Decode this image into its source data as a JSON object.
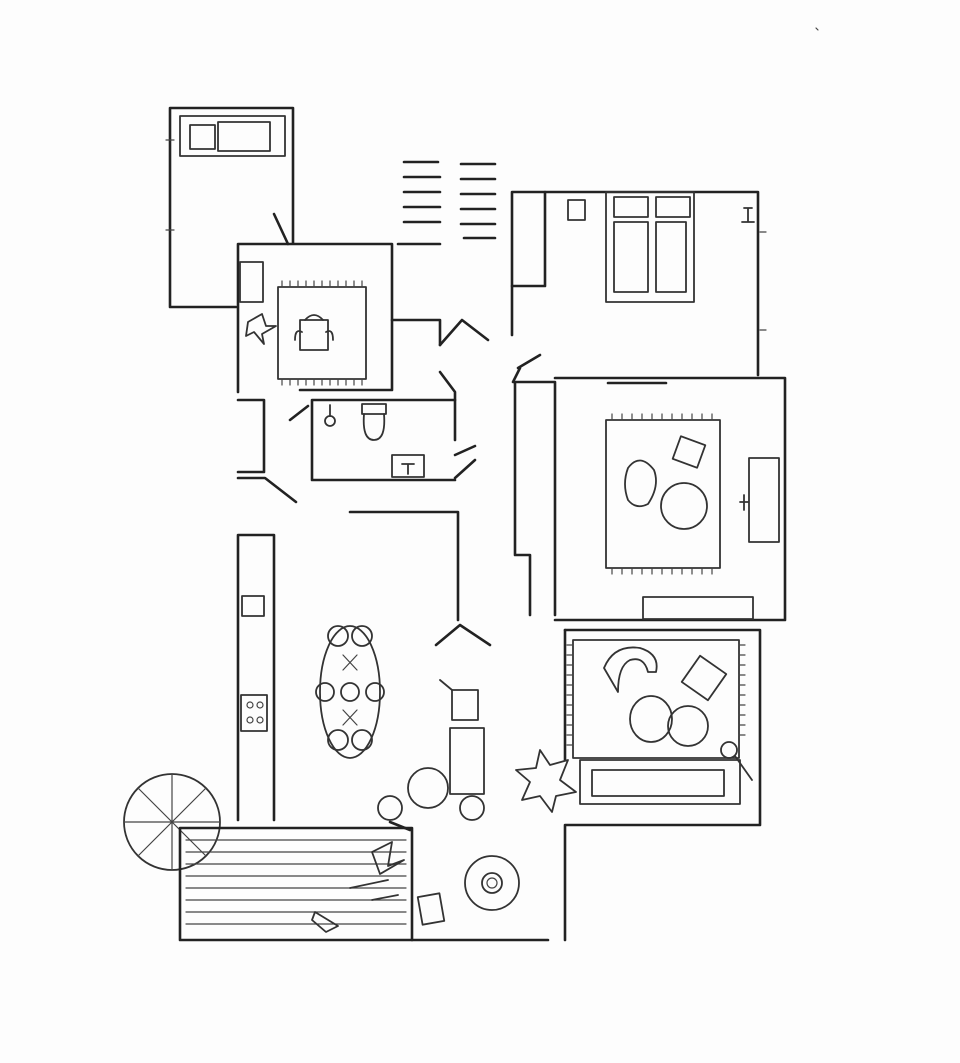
{
  "drawing": {
    "style": "hand-drawn floor plan sketch",
    "line_color": "#222222",
    "background_color": "#fdfdfd"
  },
  "rooms": [
    "bedroom",
    "study",
    "bathroom",
    "hallway",
    "bedroom",
    "living-room",
    "kitchen-dining",
    "terrace",
    "balcony"
  ]
}
